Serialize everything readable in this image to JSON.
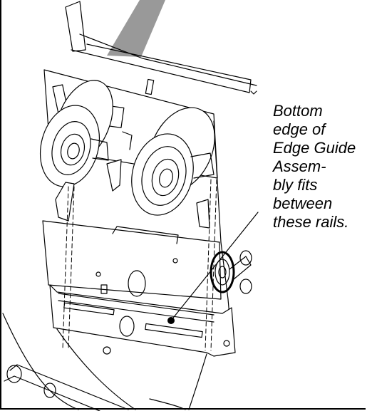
{
  "callout": {
    "lines": [
      "Bottom",
      "edge of",
      "Edge Guide",
      "Assem-",
      "bly fits",
      "between",
      "these rails."
    ]
  },
  "colors": {
    "ink": "#000000",
    "paper": "#ffffff",
    "strip": "#999999"
  }
}
